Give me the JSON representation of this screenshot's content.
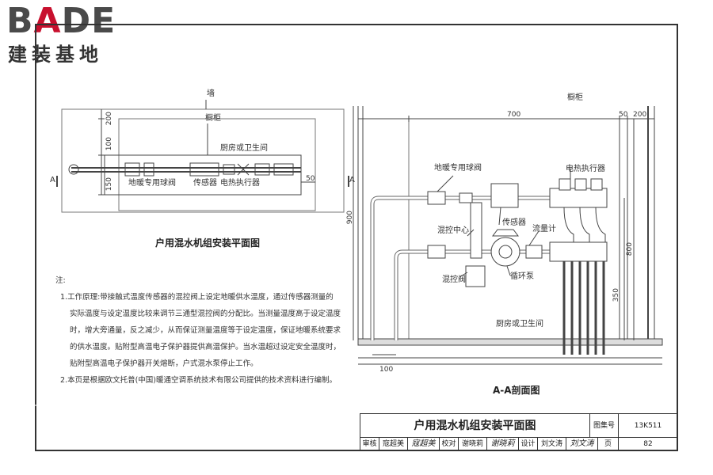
{
  "logo": {
    "word_left": "B",
    "word_accent": "A",
    "word_right": "DE",
    "subtitle": "建装基地"
  },
  "plan": {
    "labels": {
      "wall": "墙",
      "cabinet": "橱柜",
      "kitchen": "厨房或卫生间",
      "valve": "地暖专用球阀",
      "sensor": "传感器",
      "actuator": "电热执行器"
    },
    "dims": {
      "d200": "200",
      "d100": "100",
      "d150": "150",
      "d50": "50"
    },
    "section_mark": "A",
    "caption": "户用混水机组安装平面图"
  },
  "section": {
    "labels": {
      "cabinet": "橱柜",
      "valve": "地暖专用球阀",
      "actuator": "电热执行器",
      "sensor": "传感器",
      "center": "混控中心",
      "flowmeter": "流量计",
      "mixvalve": "混控阀",
      "pump": "循环泵",
      "kitchen": "厨房或卫生间"
    },
    "dims": {
      "d700": "700",
      "d50": "50",
      "d200": "200",
      "d900": "900",
      "d800": "800",
      "d350": "350",
      "d100": "100"
    },
    "caption": "A-A剖面图"
  },
  "notes": {
    "heading": "注:",
    "lines": [
      "1.工作原理:带接触式温度传感器的混控阀上设定地暖供水温度，通过传感器测量的",
      "实际温度与设定温度比较来调节三通型混控阀的分配比。当测量温度高于设定温度",
      "时，增大旁通量，反之减少，从而保证测量温度等于设定温度，保证地暖系统要求",
      "的供水温度。贴附型高温电子保护器提供高温保护。当水温超过设定安全温度时，",
      "贴附型高温电子保护器开关熔断，户式混水泵停止工作。",
      "2.本页是根据欧文托普(中国)暖通空调系统技术有限公司提供的技术资料进行编制。"
    ]
  },
  "title_block": {
    "title": "户用混水机组安装平面图",
    "atlas_label": "图集号",
    "atlas_no": "13K511",
    "page_label": "页",
    "page_no": "82",
    "review_label": "审核",
    "reviewer": "寇超美",
    "reviewer_sig": "寇超美",
    "check_label": "校对",
    "checker": "谢晓莉",
    "checker_sig": "谢晓莉",
    "design_label": "设计",
    "designer": "刘文涛",
    "designer_sig": "刘文涛"
  }
}
